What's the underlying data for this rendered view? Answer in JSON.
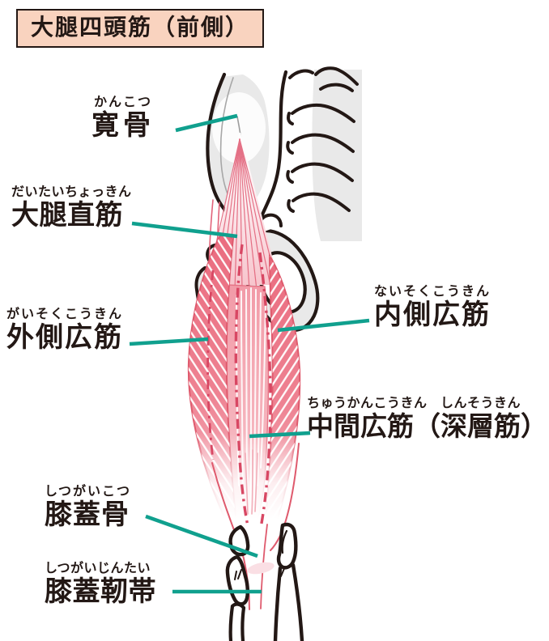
{
  "title": "大腿四頭筋（前側）",
  "labels": {
    "hip_bone": {
      "furigana": "かんこつ",
      "text": "寛骨"
    },
    "rectus_femoris": {
      "furigana": "だいたいちょっきん",
      "text": "大腿直筋"
    },
    "vastus_lateralis": {
      "furigana": "がいそくこうきん",
      "text": "外側広筋"
    },
    "vastus_medialis": {
      "furigana": "ないそくこうきん",
      "text": "内側広筋"
    },
    "vastus_intermedius": {
      "furigana": "ちゅうかんこうきん　しんそうきん",
      "text": "中間広筋（深層筋）"
    },
    "patella": {
      "furigana": "しつがいこつ",
      "text": "膝蓋骨"
    },
    "patellar_ligament": {
      "furigana": "しつがいじんたい",
      "text": "膝蓋靭帯"
    }
  },
  "colors": {
    "leader_line": "#10a08e",
    "title_bg": "#f9d3bf",
    "outline": "#231815",
    "muscle_base": "#ec7183",
    "muscle_dark_dash": "#d84763",
    "muscle_edge": "#df5a6d",
    "bone_gray": "#e9e9e9"
  }
}
